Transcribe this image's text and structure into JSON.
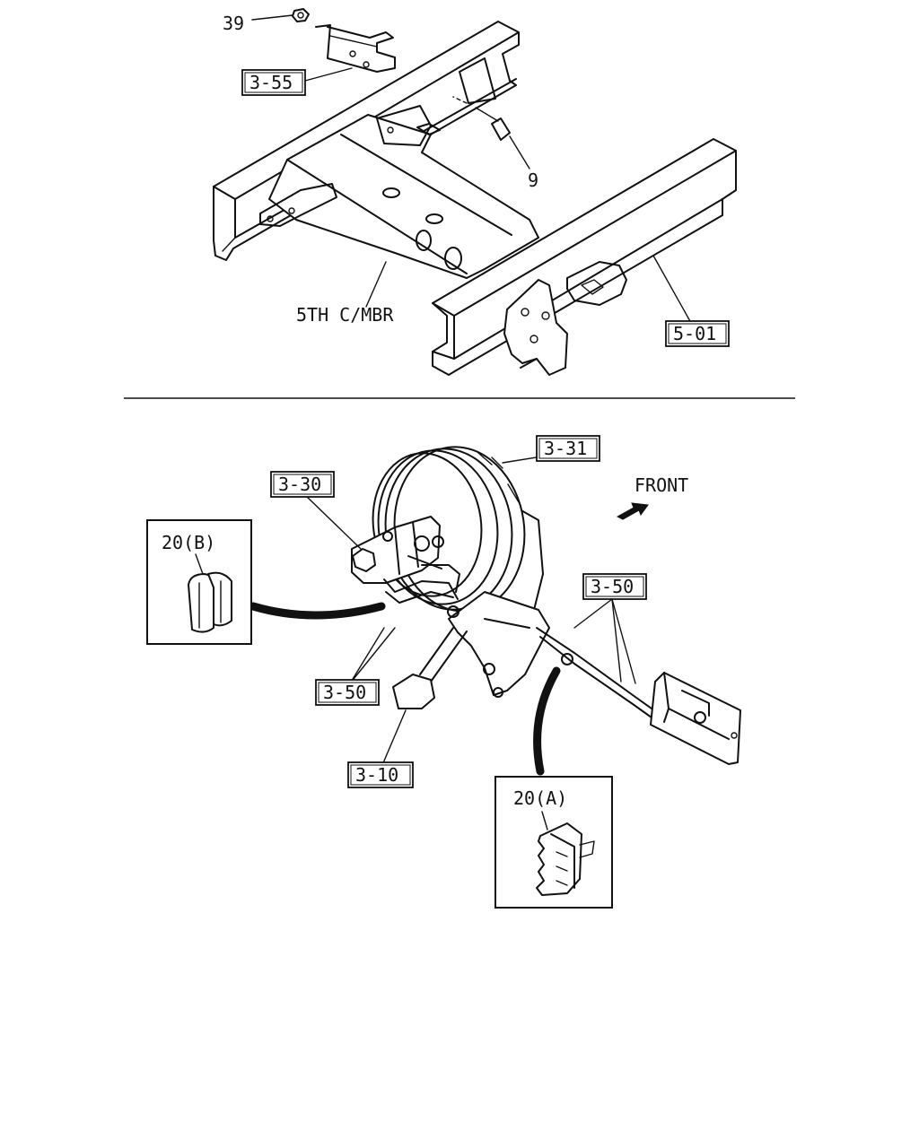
{
  "callouts": {
    "c39": "39",
    "c355": "3-55",
    "c9": "9",
    "cross_member": "5TH C/MBR",
    "c501": "5-01",
    "c331": "3-31",
    "c330": "3-30",
    "front": "FRONT",
    "c20b": "20(B)",
    "c350_right": "3-50",
    "c350_left": "3-50",
    "c310": "3-10",
    "c20a": "20(A)"
  }
}
